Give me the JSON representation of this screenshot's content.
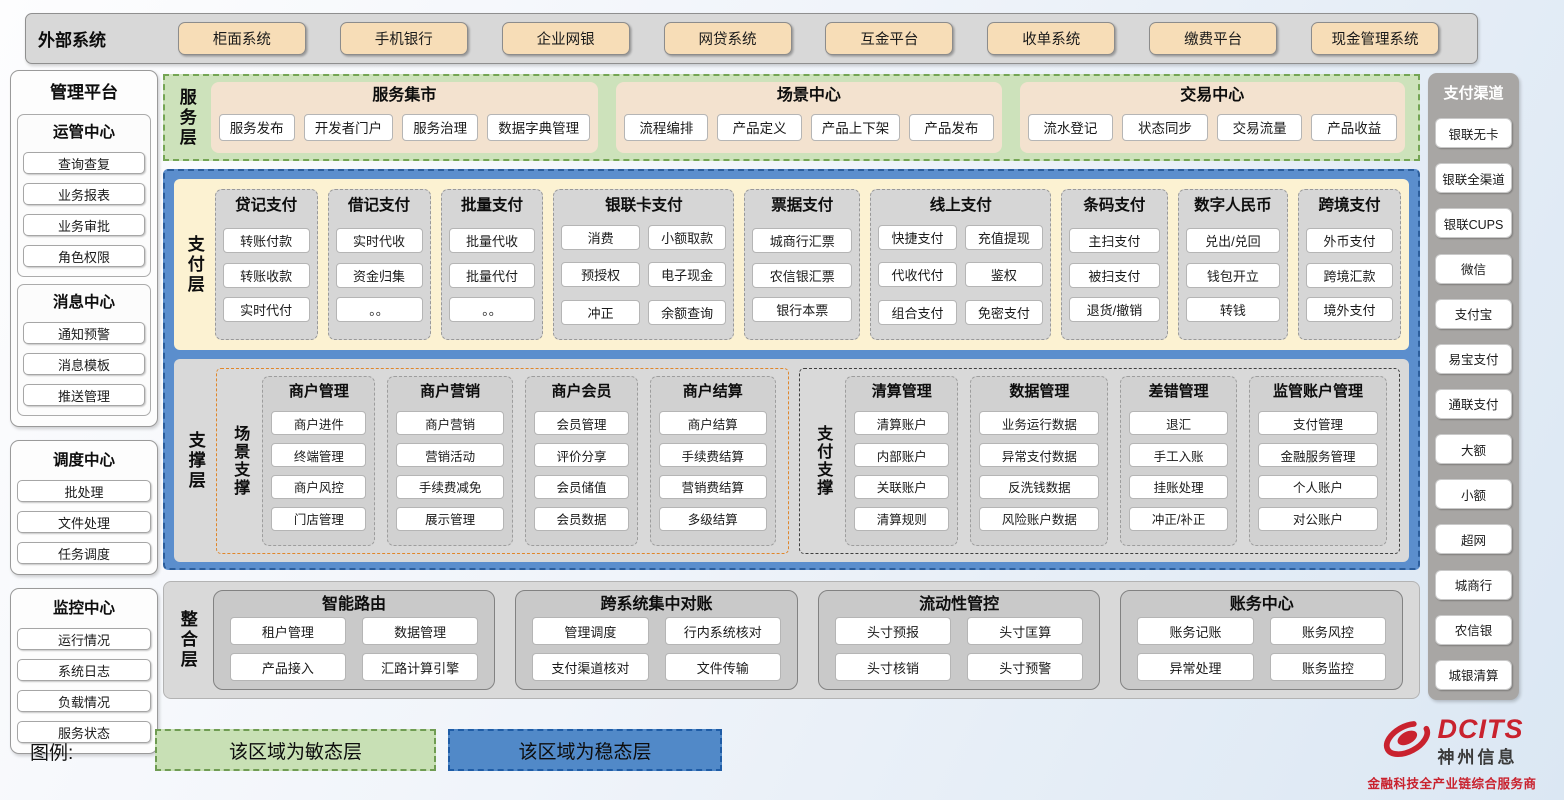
{
  "external_systems": {
    "label": "外部系统",
    "items": [
      "柜面系统",
      "手机银行",
      "企业网银",
      "网贷系统",
      "互金平台",
      "收单系统",
      "缴费平台",
      "现金管理系统"
    ]
  },
  "management_platform": {
    "title": "管理平台",
    "groups": [
      {
        "title": "运管中心",
        "items": [
          "查询查复",
          "业务报表",
          "业务审批",
          "角色权限"
        ]
      },
      {
        "title": "消息中心",
        "items": [
          "通知预警",
          "消息模板",
          "推送管理"
        ]
      },
      {
        "title": "调度中心",
        "items": [
          "批处理",
          "文件处理",
          "任务调度"
        ]
      },
      {
        "title": "监控中心",
        "items": [
          "运行情况",
          "系统日志",
          "负载情况",
          "服务状态"
        ]
      }
    ]
  },
  "service_layer": {
    "label": "服务层",
    "panels": [
      {
        "title": "服务集市",
        "items": [
          "服务发布",
          "开发者门户",
          "服务治理",
          "数据字典管理"
        ]
      },
      {
        "title": "场景中心",
        "items": [
          "流程编排",
          "产品定义",
          "产品上下架",
          "产品发布"
        ]
      },
      {
        "title": "交易中心",
        "items": [
          "流水登记",
          "状态同步",
          "交易流量",
          "产品收益"
        ]
      }
    ]
  },
  "payment_layer": {
    "label": "支付层",
    "columns": [
      {
        "title": "贷记支付",
        "cols": 1,
        "items": [
          "转账付款",
          "转账收款",
          "实时代付"
        ]
      },
      {
        "title": "借记支付",
        "cols": 1,
        "items": [
          "实时代收",
          "资金归集",
          "。。"
        ]
      },
      {
        "title": "批量支付",
        "cols": 1,
        "items": [
          "批量代收",
          "批量代付",
          "。。"
        ]
      },
      {
        "title": "银联卡支付",
        "cols": 2,
        "items": [
          "消费",
          "小额取款",
          "预授权",
          "电子现金",
          "冲正",
          "余额查询"
        ]
      },
      {
        "title": "票据支付",
        "cols": 1,
        "items": [
          "城商行汇票",
          "农信银汇票",
          "银行本票"
        ]
      },
      {
        "title": "线上支付",
        "cols": 2,
        "items": [
          "快捷支付",
          "充值提现",
          "代收代付",
          "鉴权",
          "组合支付",
          "免密支付"
        ]
      },
      {
        "title": "条码支付",
        "cols": 1,
        "items": [
          "主扫支付",
          "被扫支付",
          "退货/撤销"
        ]
      },
      {
        "title": "数字人民币",
        "cols": 1,
        "items": [
          "兑出/兑回",
          "钱包开立",
          "转钱"
        ]
      },
      {
        "title": "跨境支付",
        "cols": 1,
        "items": [
          "外币支付",
          "跨境汇款",
          "境外支付"
        ]
      }
    ]
  },
  "support_layer": {
    "label": "支撑层",
    "groups": [
      {
        "label": "场景支撑",
        "style": "orange",
        "columns": [
          {
            "title": "商户管理",
            "items": [
              "商户进件",
              "终端管理",
              "商户风控",
              "门店管理"
            ]
          },
          {
            "title": "商户营销",
            "items": [
              "商户营销",
              "营销活动",
              "手续费减免",
              "展示管理"
            ]
          },
          {
            "title": "商户会员",
            "items": [
              "会员管理",
              "评价分享",
              "会员储值",
              "会员数据"
            ]
          },
          {
            "title": "商户结算",
            "items": [
              "商户结算",
              "手续费结算",
              "营销费结算",
              "多级结算"
            ]
          }
        ]
      },
      {
        "label": "支付支撑",
        "style": "dark",
        "columns": [
          {
            "title": "清算管理",
            "items": [
              "清算账户",
              "内部账户",
              "关联账户",
              "清算规则"
            ]
          },
          {
            "title": "数据管理",
            "items": [
              "业务运行数据",
              "异常支付数据",
              "反洗钱数据",
              "风险账户数据"
            ]
          },
          {
            "title": "差错管理",
            "items": [
              "退汇",
              "手工入账",
              "挂账处理",
              "冲正/补正"
            ]
          },
          {
            "title": "监管账户管理",
            "items": [
              "支付管理",
              "金融服务管理",
              "个人账户",
              "对公账户"
            ]
          }
        ]
      }
    ]
  },
  "integration_layer": {
    "label": "整合层",
    "groups": [
      {
        "title": "智能路由",
        "items": [
          "租户管理",
          "数据管理",
          "产品接入",
          "汇路计算引擎"
        ]
      },
      {
        "title": "跨系统集中对账",
        "items": [
          "管理调度",
          "行内系统核对",
          "支付渠道核对",
          "文件传输"
        ]
      },
      {
        "title": "流动性管控",
        "items": [
          "头寸预报",
          "头寸匡算",
          "头寸核销",
          "头寸预警"
        ]
      },
      {
        "title": "账务中心",
        "items": [
          "账务记账",
          "账务风控",
          "异常处理",
          "账务监控"
        ]
      }
    ]
  },
  "payment_channels": {
    "title": "支付渠道",
    "items": [
      "银联无卡",
      "银联全渠道",
      "银联CUPS",
      "微信",
      "支付宝",
      "易宝支付",
      "通联支付",
      "大额",
      "小额",
      "超网",
      "城商行",
      "农信银",
      "城银清算"
    ]
  },
  "legend": {
    "label": "图例:",
    "agile": "该区域为敏态层",
    "stable": "该区域为稳态层"
  },
  "logo": {
    "brand": "DCITS",
    "name": "神州信息",
    "tagline": "金融科技全产业链综合服务商"
  },
  "colors": {
    "agile_green_bg": "#cde2bb",
    "agile_green_border": "#74a554",
    "stable_blue_bg": "#5b8ecd",
    "stable_blue_border": "#2b5d9b",
    "payment_cream": "#fcf2d2",
    "panel_gray": "#d9d9d9",
    "external_tan": "#f7ddb7",
    "scene_support_border_orange": "#e0862a",
    "brand_red": "#c9222e"
  }
}
